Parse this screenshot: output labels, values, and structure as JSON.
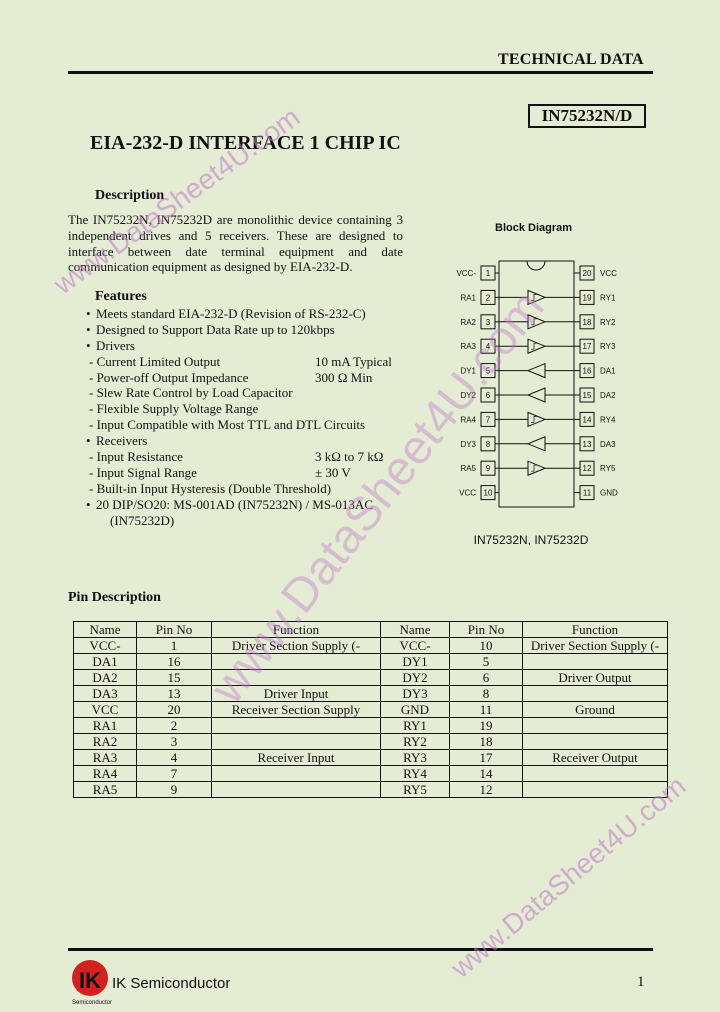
{
  "header": {
    "label": "TECHNICAL DATA",
    "part_number": "IN75232N/D"
  },
  "title": "EIA-232-D INTERFACE 1 CHIP IC",
  "description": {
    "heading": "Description",
    "text": "The IN75232N, IN75232D are monolithic device containing 3 independent drives and 5 receivers. These are designed to interface between date terminal equipment and date communication equipment as designed by EIA-232-D."
  },
  "features": {
    "heading": "Features",
    "items": [
      {
        "type": "bullet",
        "text": "Meets standard EIA-232-D (Revision of RS-232-C)",
        "value": ""
      },
      {
        "type": "bullet",
        "text": "Designed to Support Data Rate up to 120kbps",
        "value": ""
      },
      {
        "type": "bullet",
        "text": "Drivers",
        "value": ""
      },
      {
        "type": "sub",
        "text": "- Current Limited Output",
        "value": "10 mA Typical"
      },
      {
        "type": "sub",
        "text": "- Power-off Output Impedance",
        "value": "300 Ω Min"
      },
      {
        "type": "sub",
        "text": "- Slew Rate Control by Load Capacitor",
        "value": ""
      },
      {
        "type": "sub",
        "text": "- Flexible Supply Voltage Range",
        "value": ""
      },
      {
        "type": "sub",
        "text": "- Input Compatible with Most TTL and DTL Circuits",
        "value": ""
      },
      {
        "type": "bullet",
        "text": "Receivers",
        "value": ""
      },
      {
        "type": "sub",
        "text": "- Input Resistance",
        "value": "3 kΩ to 7 kΩ"
      },
      {
        "type": "sub",
        "text": "- Input Signal Range",
        "value": "  ± 30 V"
      },
      {
        "type": "sub",
        "text": "- Built-in Input Hysteresis (Double Threshold)",
        "value": ""
      },
      {
        "type": "bullet",
        "text": "20 DIP/SO20: MS-001AD (IN75232N) / MS-013AC",
        "value": ""
      },
      {
        "type": "cont",
        "text": "(IN75232D)",
        "value": ""
      }
    ]
  },
  "block_diagram": {
    "title": "Block Diagram",
    "caption": "IN75232N, IN75232D",
    "left_pins": [
      {
        "num": "1",
        "name": "VCC-"
      },
      {
        "num": "2",
        "name": "RA1"
      },
      {
        "num": "3",
        "name": "RA2"
      },
      {
        "num": "4",
        "name": "RA3"
      },
      {
        "num": "5",
        "name": "DY1"
      },
      {
        "num": "6",
        "name": "DY2"
      },
      {
        "num": "7",
        "name": "RA4"
      },
      {
        "num": "8",
        "name": "DY3"
      },
      {
        "num": "9",
        "name": "RA5"
      },
      {
        "num": "10",
        "name": "VCC"
      }
    ],
    "right_pins": [
      {
        "num": "20",
        "name": "VCC"
      },
      {
        "num": "19",
        "name": "RY1"
      },
      {
        "num": "18",
        "name": "RY2"
      },
      {
        "num": "17",
        "name": "RY3"
      },
      {
        "num": "16",
        "name": "DA1"
      },
      {
        "num": "15",
        "name": "DA2"
      },
      {
        "num": "14",
        "name": "RY4"
      },
      {
        "num": "13",
        "name": "DA3"
      },
      {
        "num": "12",
        "name": "RY5"
      },
      {
        "num": "11",
        "name": "GND"
      }
    ]
  },
  "pin_description": {
    "heading": "Pin Description",
    "columns": [
      "Name",
      "Pin No",
      "Function",
      "Name",
      "Pin No",
      "Function"
    ],
    "rows": [
      [
        "VCC-",
        "1",
        "Driver Section Supply (-",
        "VCC-",
        "10",
        "Driver Section Supply (-"
      ],
      [
        "DA1",
        "16",
        "",
        "DY1",
        "5",
        ""
      ],
      [
        "DA2",
        "15",
        "",
        "DY2",
        "6",
        "Driver Output"
      ],
      [
        "DA3",
        "13",
        "Driver Input",
        "DY3",
        "8",
        ""
      ],
      [
        "VCC",
        "20",
        "Receiver Section Supply",
        "GND",
        "11",
        "Ground"
      ],
      [
        "RA1",
        "2",
        "",
        "RY1",
        "19",
        ""
      ],
      [
        "RA2",
        "3",
        "",
        "RY2",
        "18",
        ""
      ],
      [
        "RA3",
        "4",
        "Receiver Input",
        "RY3",
        "17",
        "Receiver Output"
      ],
      [
        "RA4",
        "7",
        "",
        "RY4",
        "14",
        ""
      ],
      [
        "RA5",
        "9",
        "",
        "RY5",
        "12",
        ""
      ]
    ]
  },
  "footer": {
    "company": "IK Semiconductor",
    "page_number": "1",
    "logo_text": "IK",
    "logo_subtext": "Semiconductor"
  },
  "watermark": "www.DataSheet4U.com",
  "colors": {
    "background": "#e4ecd4",
    "watermark": "#c88ad0",
    "logo_red": "#d42020"
  }
}
